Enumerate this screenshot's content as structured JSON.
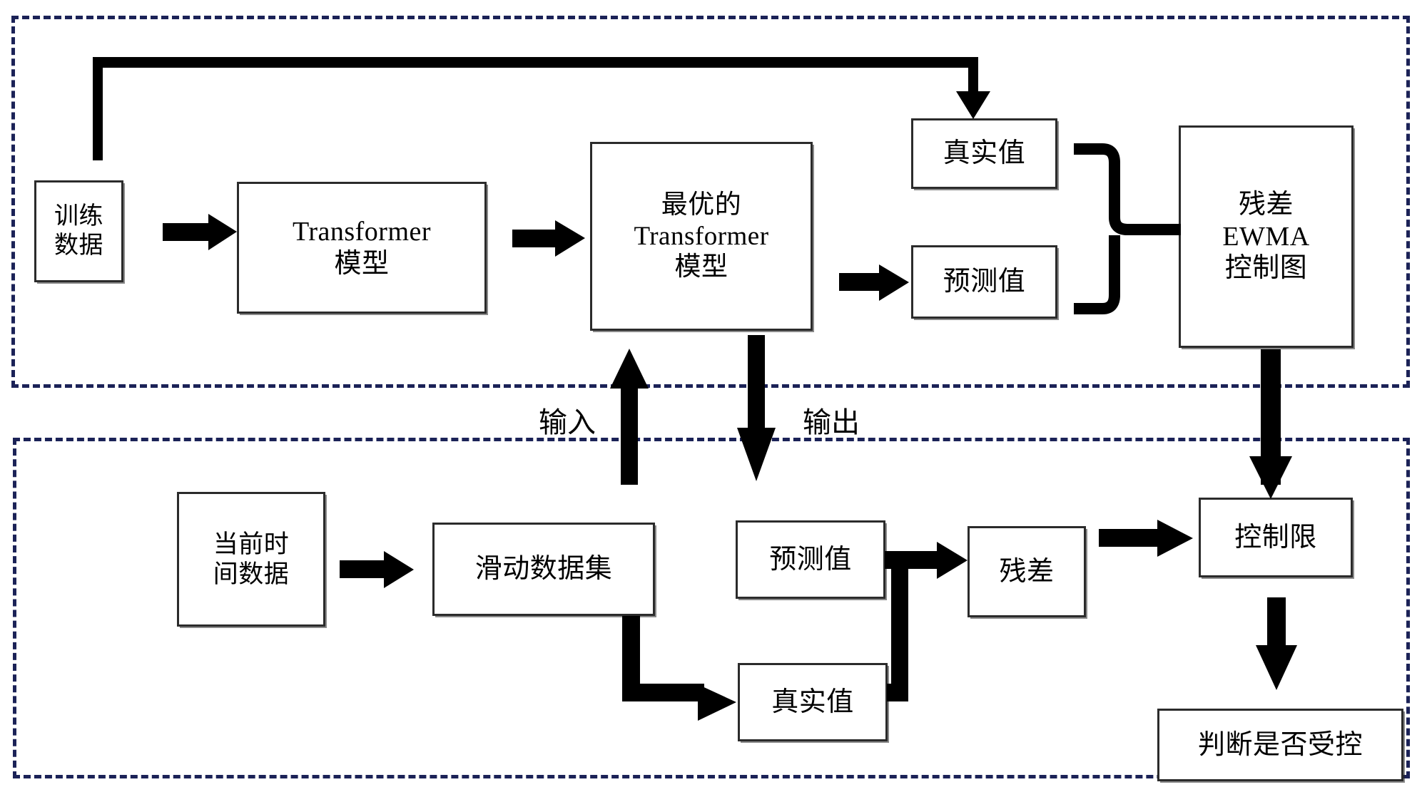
{
  "diagram": {
    "title": "Transformer residual EWMA control chart flowchart",
    "colors": {
      "frame_dashed": "#1b2257",
      "node_border": "#2b2b2b",
      "connector": "#000000",
      "background": "#ffffff"
    },
    "groups": [
      {
        "id": "training-phase",
        "label": ""
      },
      {
        "id": "monitoring-phase",
        "label": ""
      }
    ],
    "nodes": {
      "training_data": {
        "lines": [
          "训练",
          "数据"
        ]
      },
      "transformer_model": {
        "lines": [
          "Transformer",
          "模型"
        ]
      },
      "best_transformer_model": {
        "lines": [
          "最优的",
          "Transformer",
          "模型"
        ]
      },
      "true_value_top": {
        "lines": [
          "真实值"
        ]
      },
      "predicted_value_top": {
        "lines": [
          "预测值"
        ]
      },
      "residual_ewma_chart": {
        "lines": [
          "残差",
          "EWMA",
          "控制图"
        ]
      },
      "current_time_data": {
        "lines": [
          "当前时",
          "间数据"
        ]
      },
      "sliding_dataset": {
        "lines": [
          "滑动数据集"
        ]
      },
      "predicted_value_bottom": {
        "lines": [
          "预测值"
        ]
      },
      "true_value_bottom": {
        "lines": [
          "真实值"
        ]
      },
      "residual": {
        "lines": [
          "残差"
        ]
      },
      "control_limit": {
        "lines": [
          "控制限"
        ]
      },
      "judge_in_control": {
        "lines": [
          "判断是否受控"
        ]
      }
    },
    "edge_labels": {
      "input": "输入",
      "output": "输出"
    }
  }
}
